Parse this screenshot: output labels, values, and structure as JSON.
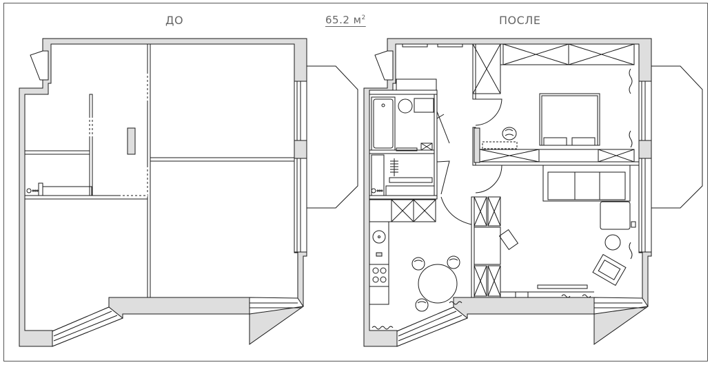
{
  "labels": {
    "before": "ДО",
    "after": "ПОСЛЕ",
    "area_value": "65.2 м",
    "area_exp": "2"
  },
  "colors": {
    "wall_fill": "#dedede",
    "line": "#1a1a1a",
    "frame": "#555555",
    "label": "#666666"
  }
}
